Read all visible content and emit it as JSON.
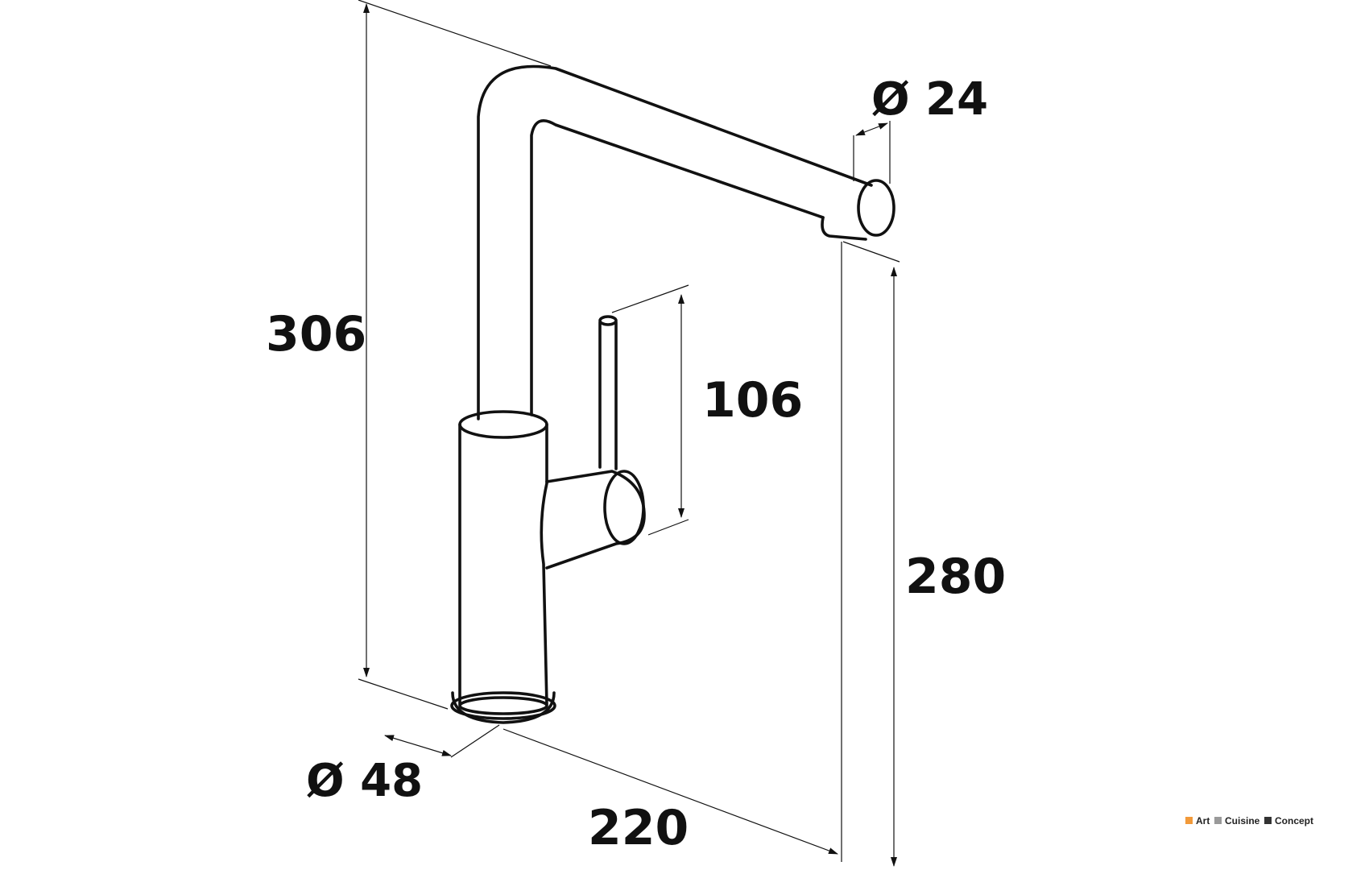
{
  "dimensions": {
    "overall_height": "306",
    "spout_height": "280",
    "lever_height": "106",
    "spout_reach": "220",
    "spout_diameter": "Ø 24",
    "base_diameter": "Ø 48"
  },
  "brand": {
    "words": [
      "Art",
      "Cuisine",
      "Concept"
    ],
    "colors": [
      "#f29a3a",
      "#9a9a9a",
      "#333333"
    ]
  }
}
